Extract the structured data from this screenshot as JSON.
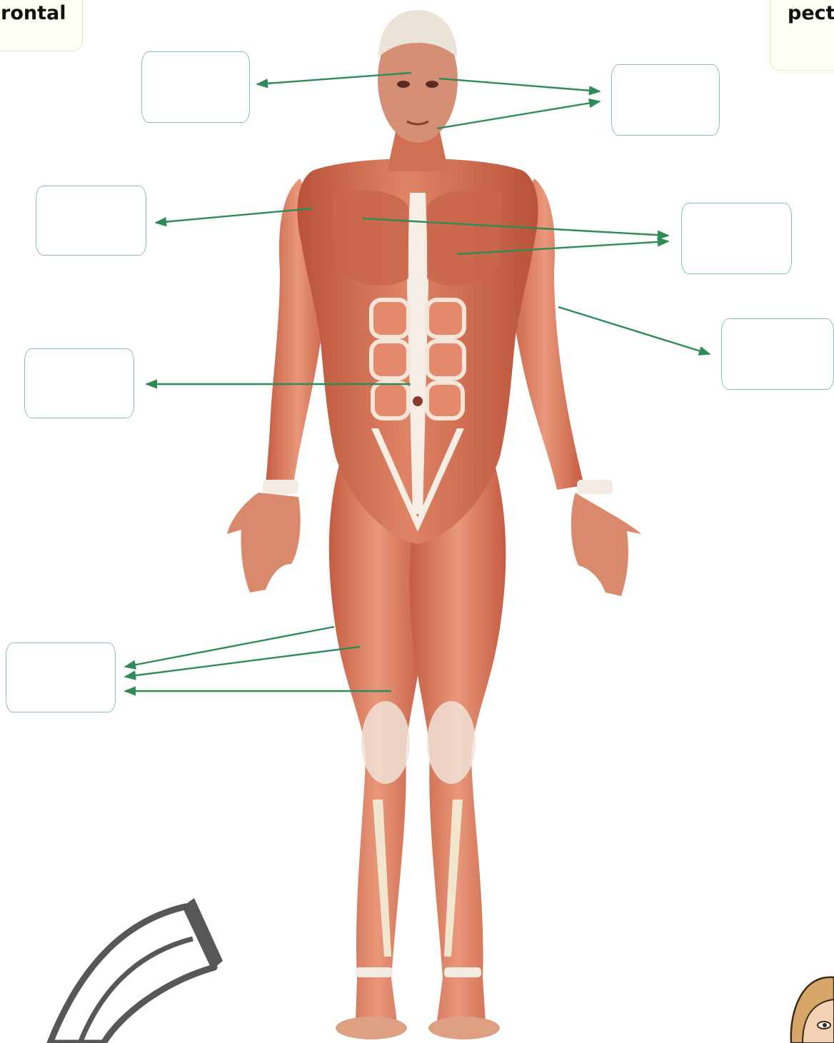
{
  "tabs": {
    "left_label": "rontal",
    "right_label": "pecto"
  },
  "colors": {
    "arrow": "#2e8b57",
    "box_border": "#8fc39b",
    "muscle_dark": "#b8523a",
    "muscle_mid": "#d9765a",
    "muscle_light": "#eea085",
    "tendon": "#f1e7d8",
    "head": "#eae3d6"
  },
  "icons": [
    "arch-shape-icon",
    "cartoon-girl-icon"
  ],
  "answer_boxes": [
    {
      "id": "box-forehead",
      "value": ""
    },
    {
      "id": "box-face",
      "value": ""
    },
    {
      "id": "box-shoulder",
      "value": ""
    },
    {
      "id": "box-chest",
      "value": ""
    },
    {
      "id": "box-upper-arm",
      "value": ""
    },
    {
      "id": "box-abdomen",
      "value": ""
    },
    {
      "id": "box-thigh",
      "value": ""
    }
  ]
}
